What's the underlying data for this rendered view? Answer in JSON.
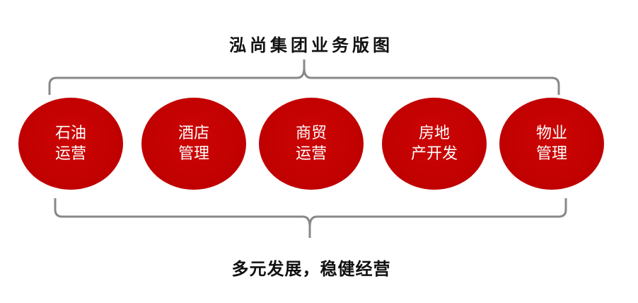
{
  "title": "泓尚集团业务版图",
  "footer": "多元发展，稳健经营",
  "colors": {
    "circle_fill": "#c00000",
    "bracket": "#888888"
  },
  "businesses": [
    {
      "line1": "石油",
      "line2": "运营"
    },
    {
      "line1": "酒店",
      "line2": "管理"
    },
    {
      "line1": "商贸",
      "line2": "运营"
    },
    {
      "line1": "房地",
      "line2": "产开发"
    },
    {
      "line1": "物业",
      "line2": "管理"
    }
  ]
}
